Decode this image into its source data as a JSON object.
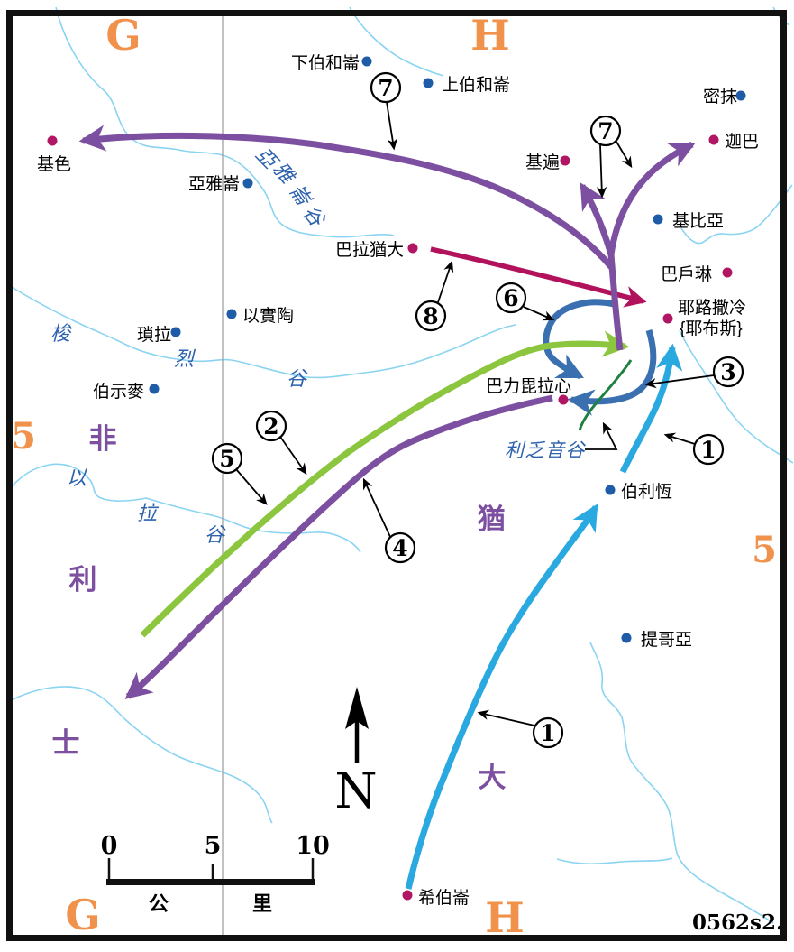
{
  "map": {
    "code": "0562s2.",
    "grid": {
      "top_left": "G",
      "top_right": "H",
      "bottom_left": "G",
      "bottom_right": "H",
      "row_left": "5",
      "row_right": "5"
    },
    "north_label": "N",
    "scale_bar": {
      "ticks": [
        "0",
        "5",
        "10"
      ],
      "unit": "公里",
      "unit_chars": [
        "公",
        "里"
      ]
    }
  },
  "regions": {
    "philistia": "非利士",
    "philistia_chars": [
      "非",
      "利",
      "士"
    ],
    "judah": "猶大",
    "judah_chars": [
      "猶",
      "大"
    ]
  },
  "valleys": {
    "aijalon": {
      "name": "亞雅崙谷",
      "chars": [
        "亞",
        "雅",
        "崙",
        "谷"
      ]
    },
    "sorek": {
      "name": "梭烈谷",
      "chars": [
        "梭",
        "烈",
        "谷"
      ]
    },
    "elah": {
      "name": "以拉谷",
      "chars": [
        "以",
        "拉",
        "谷"
      ]
    },
    "rephaim": {
      "name": "利乏音谷"
    }
  },
  "cities": {
    "gezer": "基色",
    "lower_beth_horon": "下伯和崙",
    "upper_beth_horon": "上伯和崙",
    "michmash": "密抹",
    "geba": "迦巴",
    "gibeon": "基遍",
    "gibeah": "基比亞",
    "aijalon": "亞雅崙",
    "baalah_judah": "巴拉猶大",
    "bahurim": "巴戶琳",
    "jerusalem": "耶路撒冷",
    "jerusalem_alt": "{耶布斯}",
    "eshtaol": "以實陶",
    "zorah": "瑣拉",
    "beth_shemesh": "伯示麥",
    "baal_perazim": "巴力毘拉心",
    "bethlehem": "伯利恆",
    "tekoa": "提哥亞",
    "hebron": "希伯崙"
  },
  "route_markers": {
    "m7a": "7",
    "m7b": "7",
    "m8": "8",
    "m6": "6",
    "m3": "3",
    "m1a": "1",
    "m1b": "1",
    "m2": "2",
    "m5": "5",
    "m4": "4"
  },
  "colors": {
    "route_cyan": "#2AA9E0",
    "route_green": "#8CC63F",
    "route_steel_blue": "#3A6FB0",
    "route_purple": "#7C4FA0",
    "route_crimson": "#B2125C",
    "rephaim_line_green": "#1F8040",
    "river": "#8AD4F2",
    "city_dot_blue": "#1E5CA8",
    "city_dot_magenta": "#B01663",
    "region_text": "#7C4FA0",
    "valley_text": "#2E62AE",
    "grid_text": "#F0924C"
  }
}
